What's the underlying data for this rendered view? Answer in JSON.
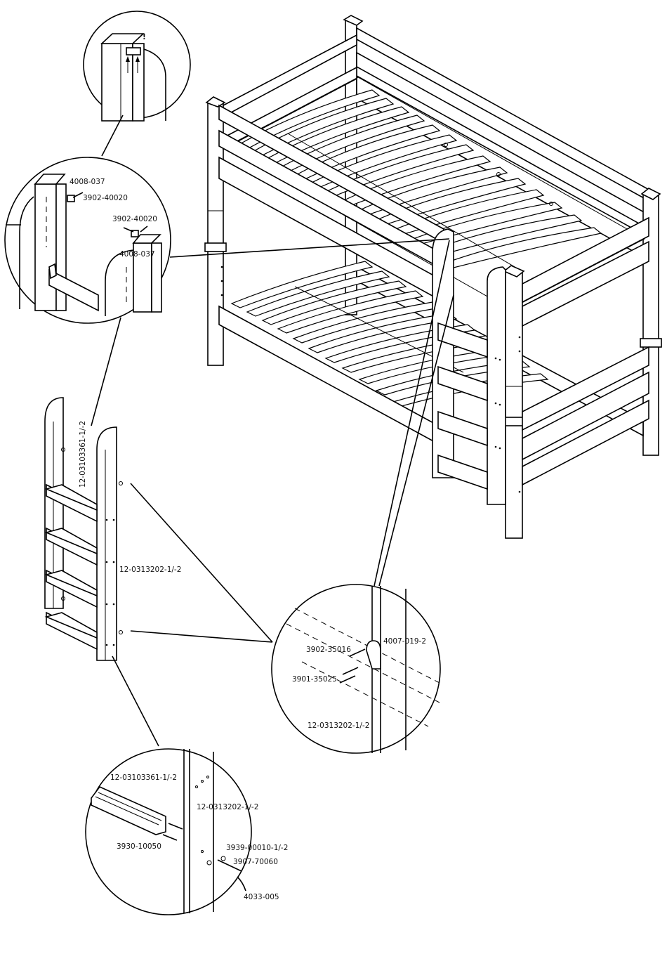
{
  "labels": {
    "detail_post_warning": "!",
    "cap_upper": "4008-037",
    "screw_upper": "3902-40020",
    "screw_lower": "3902-40020",
    "cap_lower": "4008-037",
    "ladder_side_left": "12-03103361-1/-2",
    "ladder_side_right": "12-0313202-1/-2",
    "bracket": "4007-019-2",
    "bracket_screw": "3902-35016",
    "bracket_screw_2": "3901-35025",
    "ladder_rail_bracket": "12-0313202-1/-2",
    "rung_part": "12-03103361-1/-2",
    "rail_part": "12-0313202-1/-2",
    "dowel": "3930-10050",
    "cam_nut": "3939-00010-1/-2",
    "bolt": "3907-70060",
    "allen_key": "4033-005"
  }
}
